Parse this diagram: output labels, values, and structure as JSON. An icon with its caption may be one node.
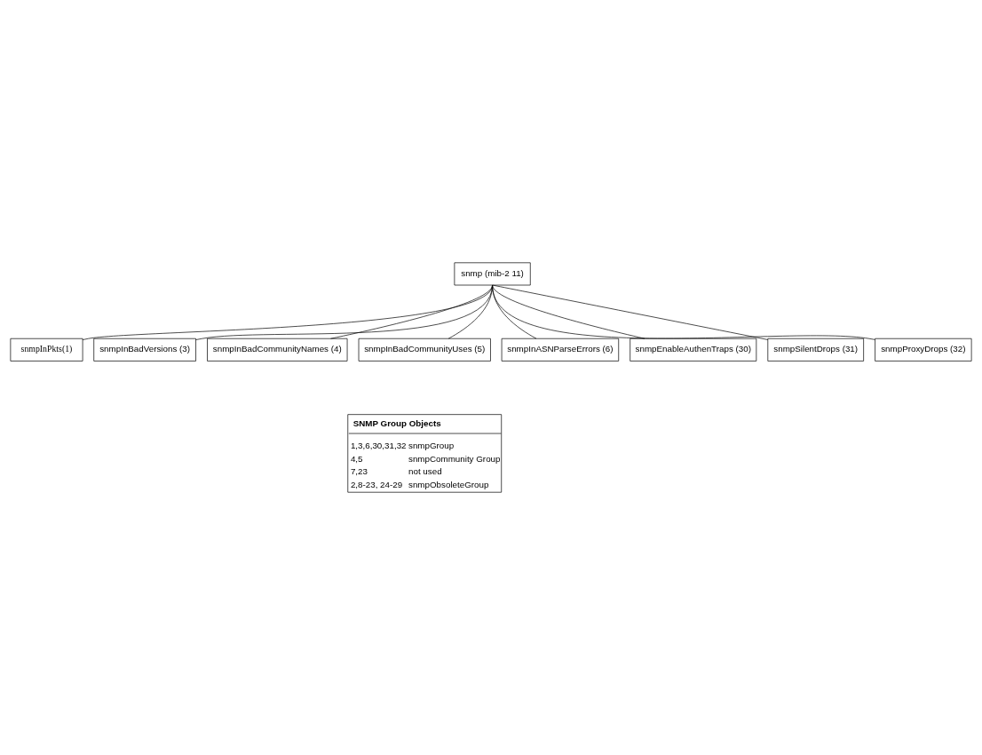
{
  "diagram": {
    "nodes": [
      {
        "text": [
          "snmp (mib-2 11)"
        ]
      },
      {
        "text": [
          "snmpInPkts(1)"
        ]
      },
      {
        "text": [
          "snmpInBadVersions (3)"
        ]
      },
      {
        "text": [
          "snmpInBadCommunityNames (4)"
        ]
      },
      {
        "text": [
          "snmpInBadCommunityUses (5)"
        ]
      },
      {
        "text": [
          "snmpInASNParseErrors (6)"
        ]
      },
      {
        "text": [
          "snmpEnableAuthenTraps (30)"
        ]
      },
      {
        "text": [
          "snmpSilentDrops (31)"
        ]
      },
      {
        "text": [
          "snmpProxyDrops (32)"
        ]
      },
      {
        "text": [
          "SNMP Group Objects",
          "1,3,6,30,31,32",
          "snmpGroup",
          "4,5",
          "snmpCommunity Group",
          "7,23",
          "not used",
          "2,8-23, 24-29",
          "snmpObsoleteGroup"
        ]
      }
    ],
    "edges": [
      {
        "from": 0,
        "to": 1,
        "arrow": "none"
      },
      {
        "from": 0,
        "to": 2,
        "arrow": "none"
      },
      {
        "from": 0,
        "to": 3,
        "arrow": "none"
      },
      {
        "from": 0,
        "to": 4,
        "arrow": "none"
      },
      {
        "from": 0,
        "to": 5,
        "arrow": "none"
      },
      {
        "from": 0,
        "to": 6,
        "arrow": "none"
      },
      {
        "from": 0,
        "to": 7,
        "arrow": "none"
      },
      {
        "from": 0,
        "to": 8,
        "arrow": "none"
      }
    ]
  }
}
